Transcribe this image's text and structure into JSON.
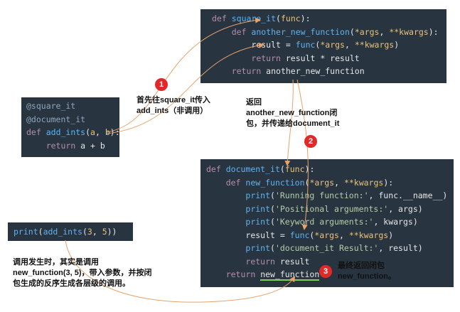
{
  "blocks": {
    "square_it": {
      "l1_def": "def",
      "l1_name": "square_it",
      "l1_open": "(",
      "l1_arg": "func",
      "l1_close": "):",
      "l2_def": "def",
      "l2_name": "another_new_function",
      "l2_open": "(",
      "l2_args": "*args",
      "l2_comma": ", ",
      "l2_kwargs": "**kwargs",
      "l2_close": "):",
      "l3_result": "result",
      "l3_eq": " = ",
      "l3_func": "func",
      "l3_open": "(",
      "l3_args": "*args",
      "l3_comma": ", ",
      "l3_kwargs": "**kwargs",
      "l3_close": ")",
      "l4_return": "return",
      "l4_expr": " result * result",
      "l5_return": "return",
      "l5_name": " another_new_function"
    },
    "add_ints": {
      "l1": "@square_it",
      "l2": "@document_it",
      "l3_def": "def",
      "l3_name": "add_ints",
      "l3_open": "(",
      "l3_a": "a",
      "l3_comma": ", ",
      "l3_b": "b",
      "l3_close": "):",
      "l4_return": "return",
      "l4_expr": " a + b"
    },
    "document_it": {
      "l1_def": "def",
      "l1_name": "document_it",
      "l1_open": "(",
      "l1_arg": "func",
      "l1_close": "):",
      "l2_def": "def",
      "l2_name": "new_function",
      "l2_open": "(",
      "l2_args": "*args",
      "l2_comma": ", ",
      "l2_kwargs": "**kwargs",
      "l2_close": "):",
      "l3_print": "print",
      "l3_open": "(",
      "l3_str": "'Running function:'",
      "l3_rest": ", func.__name__)",
      "l4_print": "print",
      "l4_open": "(",
      "l4_str": "'Positional arguments:'",
      "l4_rest": ", args)",
      "l5_print": "print",
      "l5_open": "(",
      "l5_str": "'Keyword arguments:'",
      "l5_rest": ", kwargs)",
      "l6_result": "result",
      "l6_eq": " = ",
      "l6_func": "func",
      "l6_open": "(",
      "l6_args": "*args",
      "l6_comma": ", ",
      "l6_kwargs": "**kwargs",
      "l6_close": ")",
      "l7_print": "print",
      "l7_open": "(",
      "l7_str": "'document_it Result:'",
      "l7_rest": ", result)",
      "l8_return": "return",
      "l8_expr": " result",
      "l9_return": "return",
      "l9_name": "new_function"
    },
    "call": {
      "print": "print",
      "open": "(",
      "name": "add_ints",
      "open2": "(",
      "n1": "3",
      "comma": ", ",
      "n2": "5",
      "close": "))"
    }
  },
  "annotations": {
    "step1": "首先往square_it传入\nadd_ints（非调用）",
    "step2": "返回\nanother_new_function闭\n包，并传递给document_it",
    "step3": "最终返回闭包\nnew_function。",
    "call_note": "调用发生时，其实是调用\nnew_function(3, 5)，带入参数，并按闭\n包生成的反序生成各层级的调用。"
  },
  "markers": {
    "m1": "1",
    "m2": "2",
    "m3": "3"
  },
  "colors": {
    "code_bg": "#283440",
    "keyword": "#b48ead",
    "function": "#5fb3f0",
    "decorator": "#8fa5bd",
    "string": "#b5cea8",
    "param": "#e8c27a",
    "marker": "#e02a2a",
    "arrow": "#e8a36a",
    "underline": "#7fd15a"
  }
}
